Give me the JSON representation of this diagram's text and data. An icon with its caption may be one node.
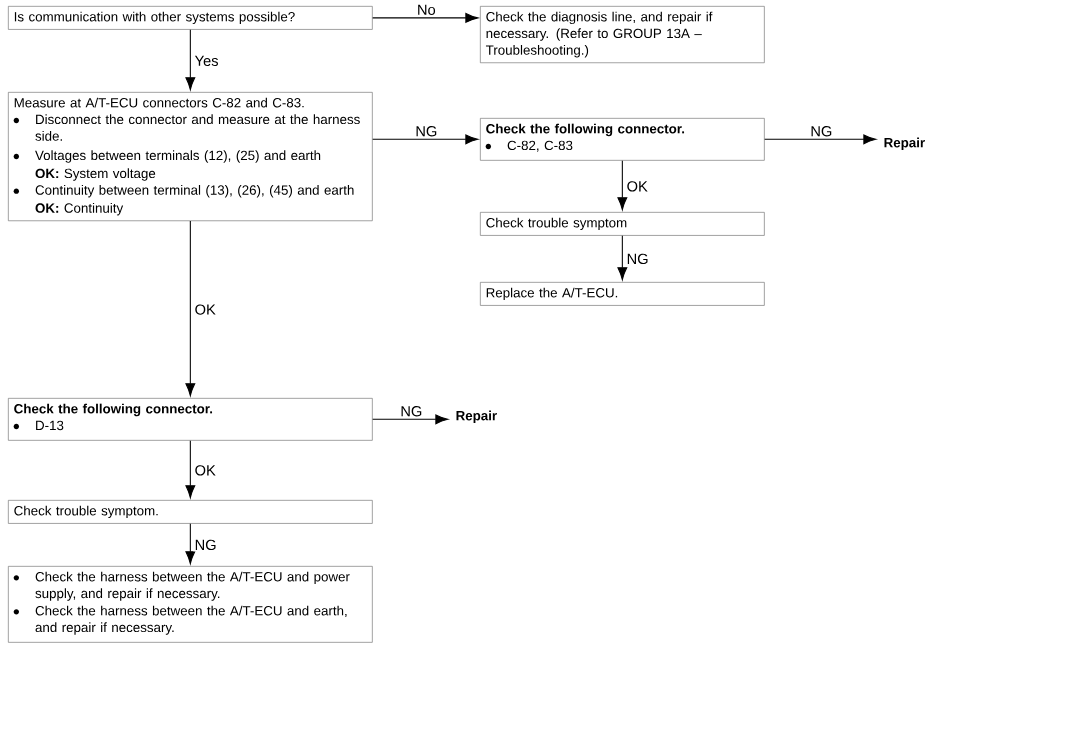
{
  "diagram": {
    "nodes": [
      {
        "text": [
          "Is communication with other systems possible?"
        ]
      },
      {
        "text": [
          "Check the diagnosis line, and repair if necessary. (Refer to GROUP 13A – Troubleshooting.)"
        ]
      },
      {
        "text": [
          "Measure at A/T-ECU connectors C-82 and C-83.",
          "Disconnect the connector and measure at the harness side.",
          "Voltages between terminals (12), (25) and earth",
          "**OK:** System voltage",
          "Continuity between terminal (13), (26), (45) and earth",
          "**OK:** Continuity"
        ]
      },
      {
        "text": [
          "Check the following connector.",
          "C-82, C-83"
        ]
      },
      {
        "text": [
          "Repair"
        ]
      },
      {
        "text": [
          "Check trouble symptom"
        ]
      },
      {
        "text": [
          "Replace the A/T-ECU."
        ]
      },
      {
        "text": [
          "Check the following connector.",
          "D-13"
        ]
      },
      {
        "text": [
          "Repair"
        ]
      },
      {
        "text": [
          "Check trouble symptom."
        ]
      },
      {
        "text": [
          "Check the harness between the A/T-ECU and power supply, and repair if necessary.",
          "Check the harness between the A/T-ECU and earth, and repair if necessary."
        ]
      }
    ],
    "edges": [
      {
        "from": 0,
        "to": 1,
        "arrow": "to",
        "label": "No"
      },
      {
        "from": 0,
        "to": 2,
        "arrow": "to",
        "label": "Yes"
      },
      {
        "from": 2,
        "to": 3,
        "arrow": "to",
        "label": "NG"
      },
      {
        "from": 3,
        "to": 4,
        "arrow": "to",
        "label": "NG"
      },
      {
        "from": 3,
        "to": 5,
        "arrow": "to",
        "label": "OK"
      },
      {
        "from": 5,
        "to": 6,
        "arrow": "to",
        "label": "NG"
      },
      {
        "from": 2,
        "to": 7,
        "arrow": "to",
        "label": "OK"
      },
      {
        "from": 7,
        "to": 8,
        "arrow": "to",
        "label": "NG"
      },
      {
        "from": 7,
        "to": 9,
        "arrow": "to",
        "label": "OK"
      },
      {
        "from": 9,
        "to": 10,
        "arrow": "to",
        "label": "NG"
      }
    ]
  }
}
